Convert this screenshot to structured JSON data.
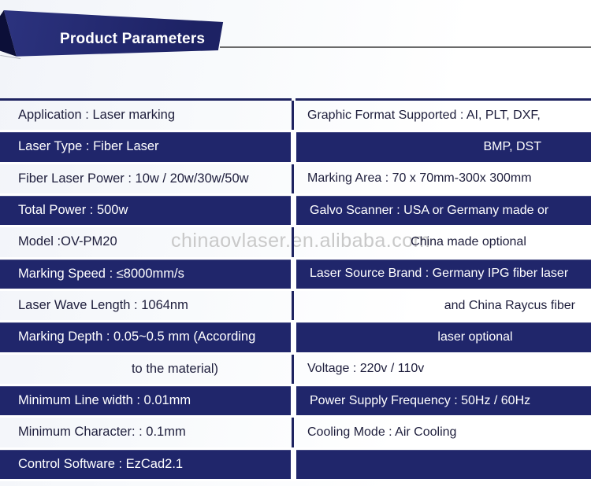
{
  "banner": {
    "title": "Product Parameters"
  },
  "watermark": {
    "text": "chinaovlaser.en.alibaba.com"
  },
  "colors": {
    "navy": "#20266b",
    "navy_line": "#1e2360",
    "banner_hi": "#2c337f",
    "banner_lo": "#1d2264",
    "fold": "#0c0f38",
    "text_dark": "#1e1e3c",
    "watermark": "#c9c9c9"
  },
  "table": {
    "left_rows": [
      {
        "text": "Application : Laser marking",
        "variant": "light",
        "align": "left",
        "indent": 0
      },
      {
        "text": "Laser Type : Fiber Laser",
        "variant": "dark",
        "align": "left",
        "indent": 0
      },
      {
        "text": "Fiber Laser Power : 10w / 20w/30w/50w",
        "variant": "light",
        "align": "left",
        "indent": 0
      },
      {
        "text": "Total Power : 500w",
        "variant": "dark",
        "align": "left",
        "indent": 0
      },
      {
        "text": "Model :OV-PM20",
        "variant": "light",
        "align": "left",
        "indent": 0
      },
      {
        "text": "Marking Speed : ≤8000mm/s",
        "variant": "dark",
        "align": "left",
        "indent": 0
      },
      {
        "text": "Laser Wave Length : 1064nm",
        "variant": "light",
        "align": "left",
        "indent": 0
      },
      {
        "text": "Marking Depth : 0.05~0.5 mm (According",
        "variant": "dark",
        "align": "left",
        "indent": 0
      },
      {
        "text": "to the material)",
        "variant": "light",
        "align": "center",
        "indent": 74
      },
      {
        "text": "Minimum Line width : 0.01mm",
        "variant": "dark",
        "align": "left",
        "indent": 0
      },
      {
        "text": "Minimum Character: : 0.1mm",
        "variant": "light",
        "align": "left",
        "indent": 0
      },
      {
        "text": "Control Software : EzCad2.1",
        "variant": "dark",
        "align": "left",
        "indent": 0
      }
    ],
    "right_rows": [
      {
        "text": "Graphic Format Supported : AI, PLT, DXF,",
        "variant": "light",
        "align": "left",
        "indent": 0
      },
      {
        "text": "BMP, DST",
        "variant": "dark",
        "align": "right",
        "indent": 63
      },
      {
        "text": "Marking Area : 70 x 70mm-300x 300mm",
        "variant": "light",
        "align": "left",
        "indent": 0
      },
      {
        "text": "Galvo Scanner : USA or Germany made or",
        "variant": "dark",
        "align": "left",
        "indent": 0
      },
      {
        "text": "China made optional",
        "variant": "light",
        "align": "center",
        "indent": 66
      },
      {
        "text": "Laser Source Brand : Germany IPG fiber laser",
        "variant": "dark",
        "align": "left",
        "indent": 0
      },
      {
        "text": "and China Raycus fiber",
        "variant": "light",
        "align": "right",
        "indent": 20
      },
      {
        "text": "laser optional",
        "variant": "dark",
        "align": "center",
        "indent": 80
      },
      {
        "text": "Voltage : 220v / 110v",
        "variant": "light",
        "align": "left",
        "indent": 0
      },
      {
        "text": "Power Supply Frequency : 50Hz / 60Hz",
        "variant": "dark",
        "align": "left",
        "indent": 0
      },
      {
        "text": "Cooling Mode : Air Cooling",
        "variant": "light",
        "align": "left",
        "indent": 0
      },
      {
        "text": "",
        "variant": "dark",
        "align": "left",
        "indent": 0
      }
    ]
  }
}
